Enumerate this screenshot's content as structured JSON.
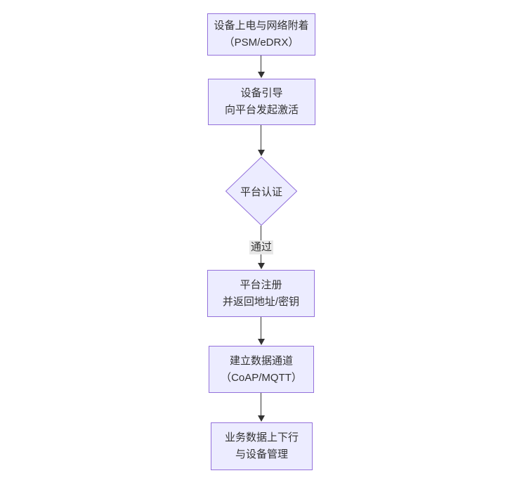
{
  "diagram": {
    "type": "flowchart",
    "direction": "top-down",
    "colors": {
      "background": "#ffffff",
      "node_fill": "#ececff",
      "node_border": "#9370db",
      "text": "#333333",
      "edge": "#333333",
      "edge_label_bg": "#e8e8e8"
    },
    "nodes": [
      {
        "id": "start",
        "shape": "rect",
        "line1": "设备上电与网络附着",
        "line2": "（PSM/eDRX）"
      },
      {
        "id": "bootstrap",
        "shape": "rect",
        "line1": "设备引导",
        "line2": "向平台发起激活"
      },
      {
        "id": "auth",
        "shape": "diamond",
        "line1": "平台认证",
        "line2": ""
      },
      {
        "id": "register",
        "shape": "rect",
        "line1": "平台注册",
        "line2": "并返回地址/密钥"
      },
      {
        "id": "channel",
        "shape": "rect",
        "line1": "建立数据通道",
        "line2": "（CoAP/MQTT）"
      },
      {
        "id": "business",
        "shape": "rect",
        "line1": "业务数据上下行",
        "line2": "与设备管理"
      }
    ],
    "edges": [
      {
        "from": "start",
        "to": "bootstrap",
        "label": ""
      },
      {
        "from": "bootstrap",
        "to": "auth",
        "label": ""
      },
      {
        "from": "auth",
        "to": "register",
        "label": "通过"
      },
      {
        "from": "register",
        "to": "channel",
        "label": ""
      },
      {
        "from": "channel",
        "to": "business",
        "label": ""
      }
    ]
  }
}
